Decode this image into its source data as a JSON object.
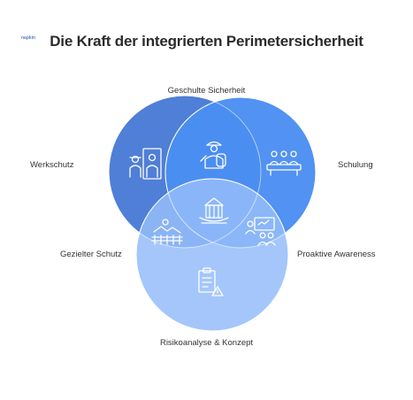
{
  "logo_text": "napkin",
  "title": "Die Kraft der integrierten Perimetersicherheit",
  "labels": {
    "top": "Geschulte Sicherheit",
    "left": "Werkschutz",
    "right": "Schulung",
    "lower_left": "Gezielter Schutz",
    "lower_right": "Proaktive Awareness",
    "bottom": "Risikoanalyse & Konzept"
  },
  "colors": {
    "circle_left": "#4f7fd6",
    "circle_right": "#4b8ef2",
    "circle_bottom": "#95bdfa",
    "icon_stroke": "#ffffff"
  },
  "icons": {
    "left": "security-guard-gate-icon",
    "right": "training-class-icon",
    "top_overlap": "guard-shield-icon",
    "center": "fortress-icon",
    "lower_left_overlap": "fenced-terrain-icon",
    "lower_right_overlap": "presentation-icon",
    "bottom": "risk-document-icon"
  }
}
